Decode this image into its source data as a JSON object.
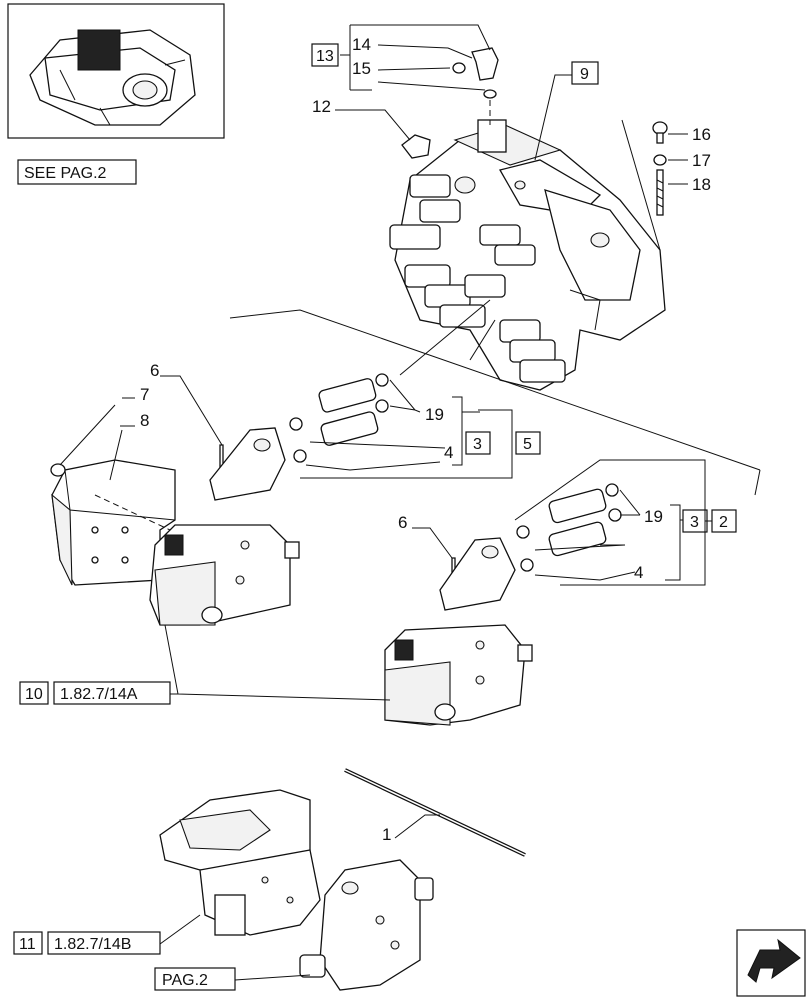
{
  "see_page": "SEE PAG.2",
  "callouts": [
    "1",
    "4",
    "4",
    "6",
    "6",
    "7",
    "8",
    "12",
    "14",
    "15",
    "16",
    "17",
    "18",
    "19",
    "19"
  ],
  "boxed": [
    "13",
    "9",
    "3",
    "5",
    "3",
    "2",
    "10",
    "11"
  ],
  "refs": {
    "ref_10": "1.82.7/14A",
    "ref_11": "1.82.7/14B",
    "pag2": "PAG.2"
  },
  "icons": [
    "next-page-arrow-icon"
  ]
}
